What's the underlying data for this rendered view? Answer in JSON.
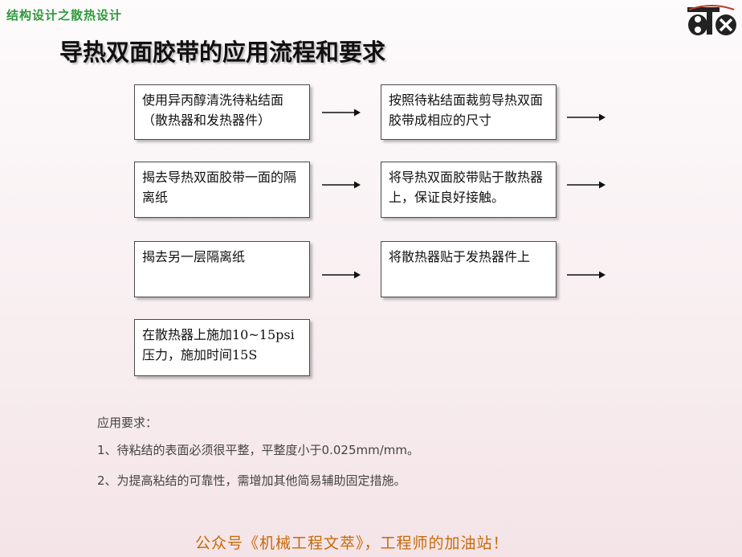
{
  "header": {
    "tag": "结构设计之散热设计"
  },
  "title": "导热双面胶带的应用流程和要求",
  "steps": [
    {
      "text": "使用异丙醇清洗待粘结面（散热器和发热器件）"
    },
    {
      "text": "按照待粘结面裁剪导热双面胶带成相应的尺寸"
    },
    {
      "text": "揭去导热双面胶带一面的隔离纸"
    },
    {
      "text": "将导热双面胶带贴于散热器上，保证良好接触。"
    },
    {
      "text": "揭去另一层隔离纸"
    },
    {
      "text": "将散热器贴于发热器件上"
    },
    {
      "text": "在散热器上施加10~15psi压力，施加时间15S"
    }
  ],
  "requirements": {
    "heading": "应用要求：",
    "items": [
      "1、待粘结的表面必须很平整，平整度小于0.025mm/mm。",
      "2、为提高粘结的可靠性，需增加其他简易辅助固定措施。"
    ]
  },
  "footer": "公众号《机械工程文萃》，工程师的加油站！",
  "logo_icon": "btx-logo-icon",
  "colors": {
    "header_tag": "#2f9a3c",
    "footer": "#c76a08",
    "box_border": "#4a4a4a"
  }
}
